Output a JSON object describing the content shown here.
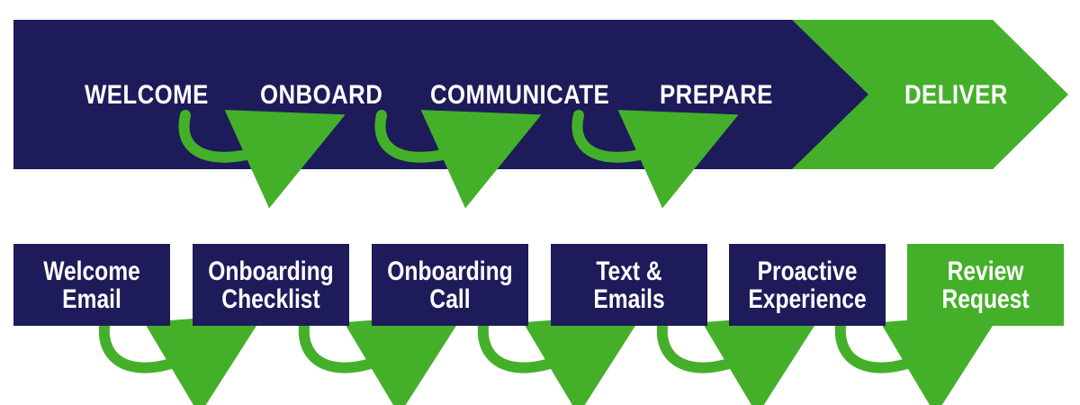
{
  "colors": {
    "navy": "#1e1b5a",
    "green": "#44b02a",
    "white": "#ffffff"
  },
  "stages": [
    {
      "label": "WELCOME"
    },
    {
      "label": "ONBOARD"
    },
    {
      "label": "COMMUNICATE"
    },
    {
      "label": "PREPARE"
    },
    {
      "label": "DELIVER"
    }
  ],
  "steps": [
    {
      "label": "Welcome\nEmail"
    },
    {
      "label": "Onboarding\nChecklist"
    },
    {
      "label": "Onboarding\nCall"
    },
    {
      "label": "Text &\nEmails"
    },
    {
      "label": "Proactive\nExperience"
    },
    {
      "label": "Review\nRequest"
    }
  ]
}
